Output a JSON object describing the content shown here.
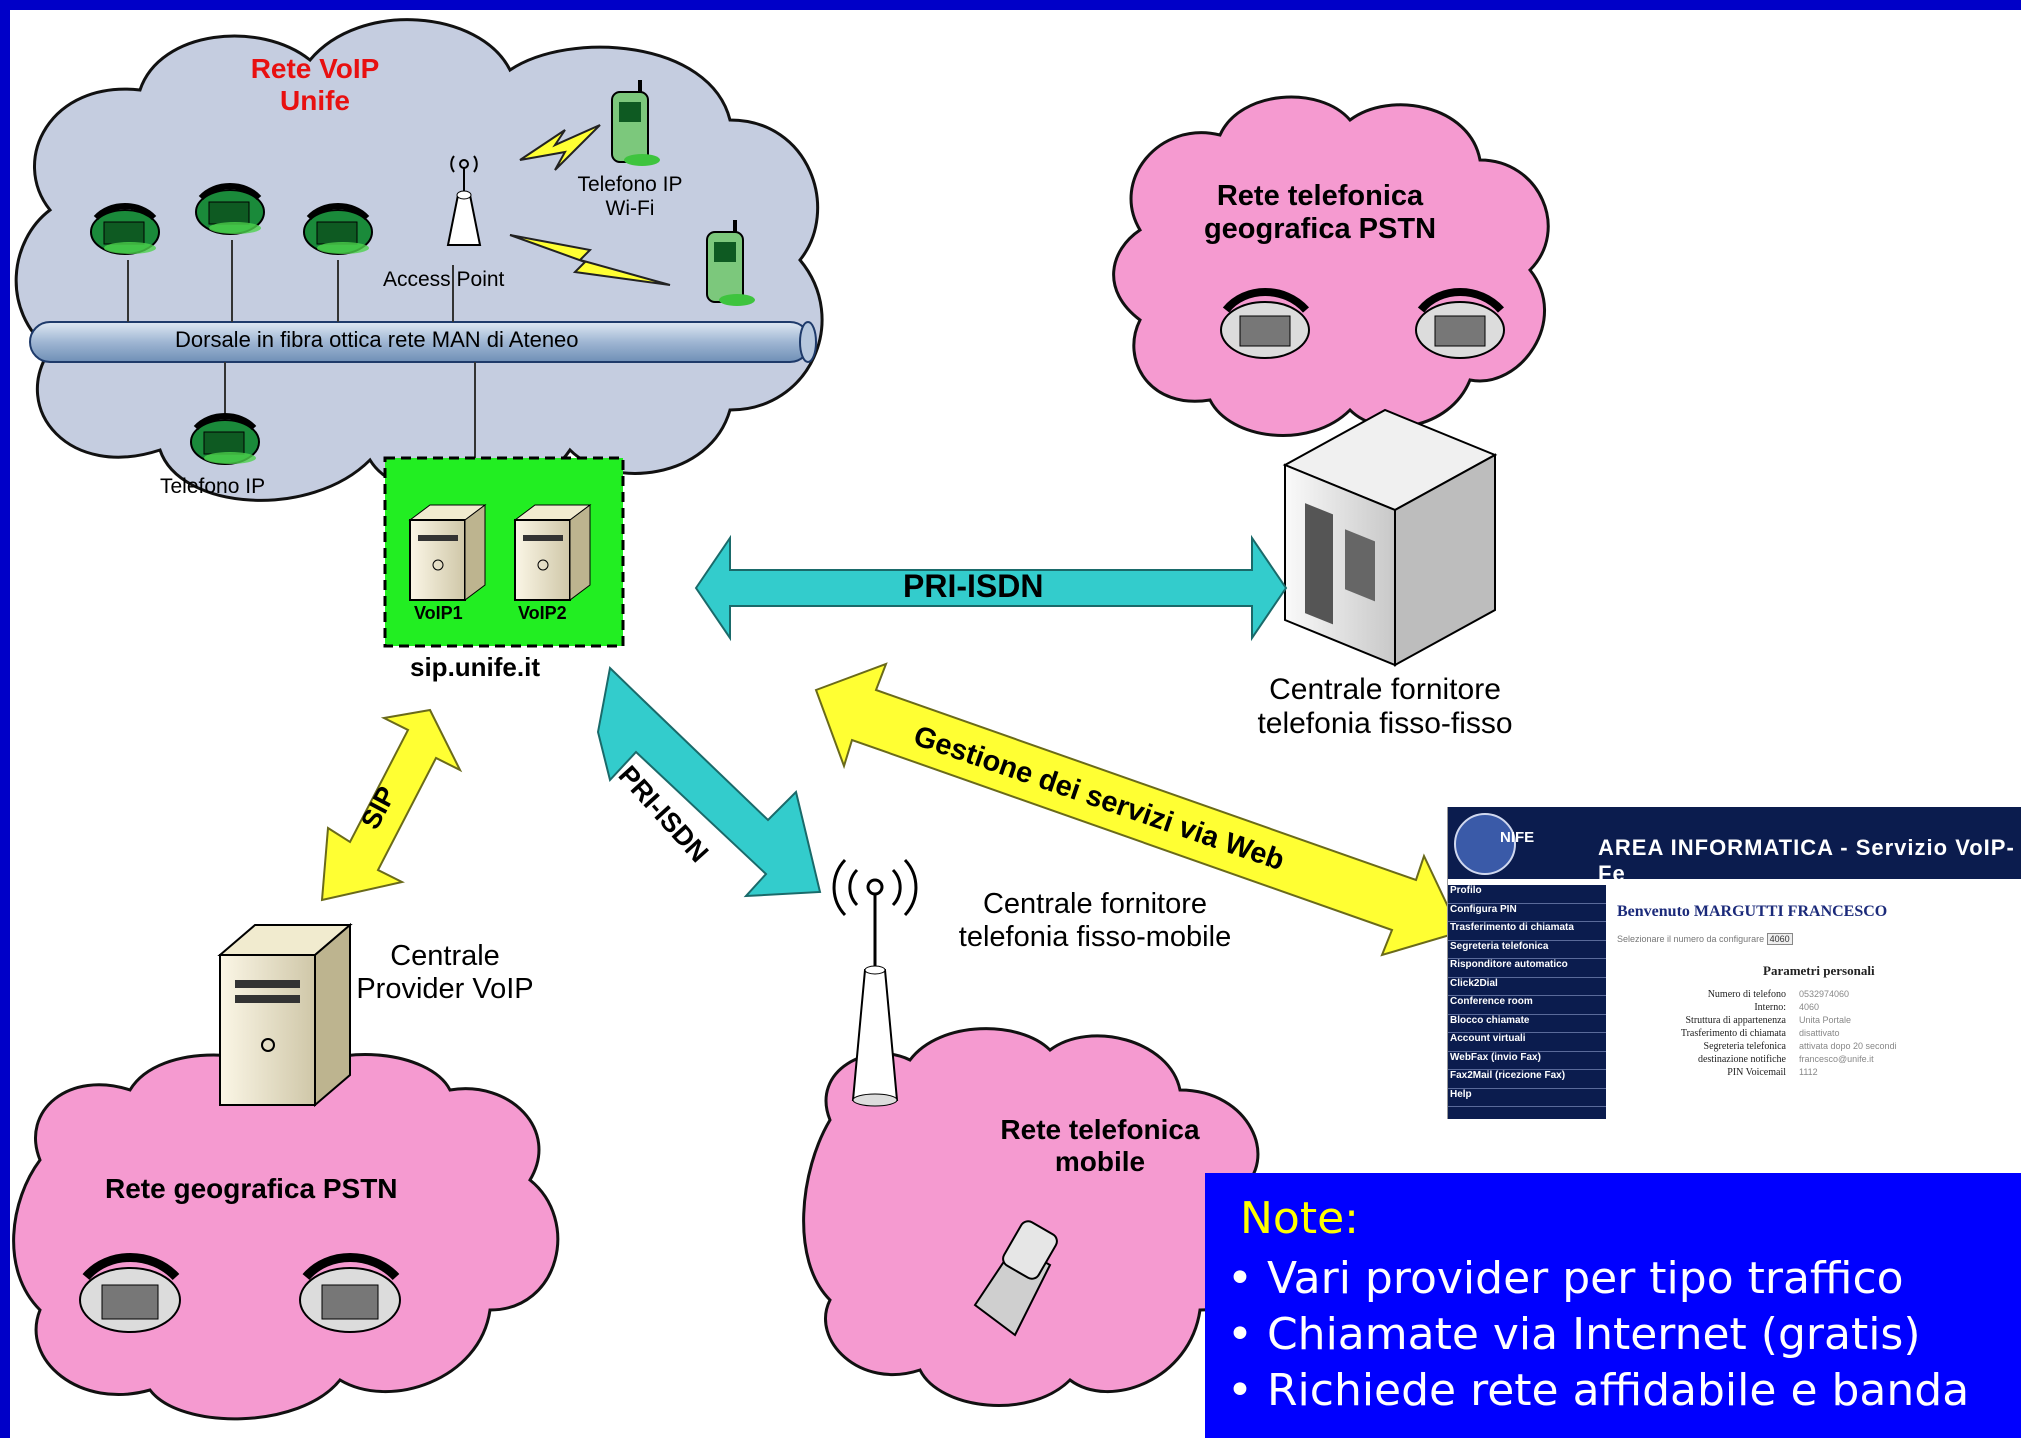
{
  "cloud_voip": {
    "title_line1": "Rete VoIP",
    "title_line2": "Unife",
    "backbone_label": "Dorsale in fibra ottica rete MAN di Ateneo",
    "wifi_phone_line1": "Telefono IP",
    "wifi_phone_line2": "Wi-Fi",
    "access_point": "Access Point",
    "ip_phone": "Telefono IP",
    "server1": "VoIP1",
    "server2": "VoIP2",
    "sip_host": "sip.unife.it"
  },
  "cloud_pstn_top": {
    "line1": "Rete telefonica",
    "line2": "geografica PSTN",
    "exchange_line1": "Centrale fornitore",
    "exchange_line2": "telefonia fisso-fisso"
  },
  "cloud_pstn_bottom": {
    "label": "Rete geografica PSTN",
    "provider_line1": "Centrale",
    "provider_line2": "Provider VoIP"
  },
  "cloud_mobile": {
    "line1": "Rete telefonica",
    "line2": "mobile",
    "exchange_line1": "Centrale fornitore",
    "exchange_line2": "telefonia fisso-mobile"
  },
  "arrows": {
    "pri_isdn_h": "PRI-ISDN",
    "pri_isdn_diag": "PRI-ISDN",
    "sip": "SIP",
    "web": "Gestione dei servizi via Web"
  },
  "web_panel": {
    "logo_text": "NIFE",
    "header_title": "AREA INFORMATICA - Servizio VoIP-Fe",
    "menu": [
      "Profilo",
      "Configura PIN",
      "Trasferimento di chiamata",
      "Segreteria telefonica",
      "Risponditore automatico",
      "Click2Dial",
      "Conference room",
      "Blocco chiamate",
      "Account virtuali",
      "WebFax (invio Fax)",
      "Fax2Mail (ricezione Fax)",
      "Help"
    ],
    "welcome": "Benvenuto MARGUTTI FRANCESCO",
    "select_label": "Selezionare il numero da configurare",
    "select_value": "4060",
    "params_title": "Parametri personali",
    "params": [
      {
        "label": "Numero di telefono",
        "value": "0532974060"
      },
      {
        "label": "Interno:",
        "value": "4060"
      },
      {
        "label": "Struttura di appartenenza",
        "value": "Unita Portale"
      },
      {
        "label": "Trasferimento di chiamata",
        "value": "disattivato"
      },
      {
        "label": "Segreteria telefonica",
        "value": "attivata dopo 20 secondi"
      },
      {
        "label": "destinazione notifiche",
        "value": "francesco@unife.it"
      },
      {
        "label": "PIN Voicemail",
        "value": "1112"
      }
    ]
  },
  "note": {
    "title": "Note:",
    "bullets": [
      "Vari provider per tipo traffico",
      "Chiamate via Internet (gratis)",
      "Richiede rete affidabile e banda"
    ]
  },
  "colors": {
    "frame": "#0000c8",
    "voip_cloud": "#c5cde0",
    "pstn_cloud": "#f59ad0",
    "server_box": "#22ee22",
    "cyan_arrow": "#33cccc",
    "yellow_arrow": "#ffff33",
    "note_bg": "#0000ff",
    "note_title": "#ffff00",
    "cloud_title_red": "#e81010"
  }
}
